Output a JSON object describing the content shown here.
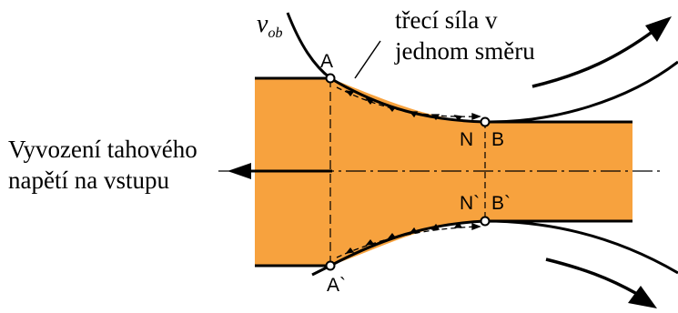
{
  "labels": {
    "v_main": "v",
    "v_sub": "ob",
    "friction_line1": "třecí síla v",
    "friction_line2": "jednom směru",
    "tension_line1": "Vyvození tahového",
    "tension_line2": "napětí na vstupu",
    "point_A": "A",
    "point_A2": "A`",
    "point_N": "N",
    "point_B": "B",
    "point_N2": "N`",
    "point_B2": "B`"
  },
  "colors": {
    "material": "#F7A23E",
    "stroke": "#000000"
  }
}
